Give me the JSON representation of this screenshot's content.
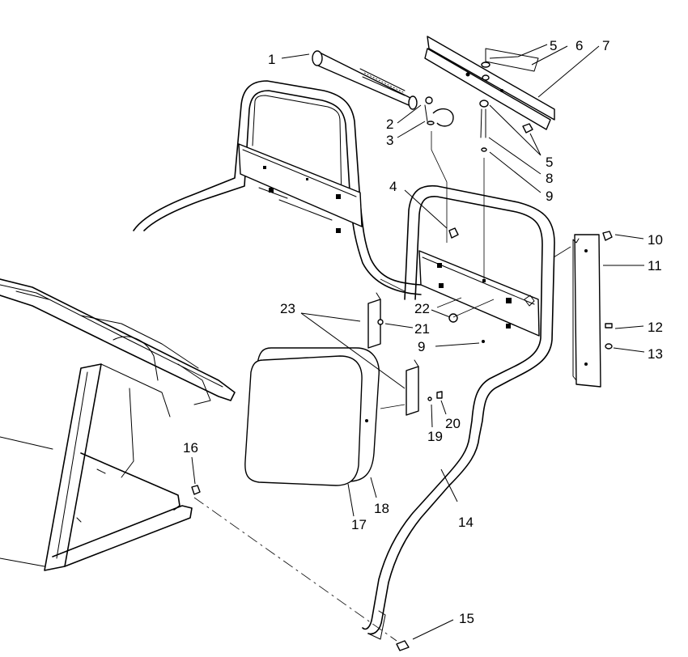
{
  "diagram": {
    "callouts": {
      "c1": "1",
      "c2": "2",
      "c3": "3",
      "c4": "4",
      "c5a": "5",
      "c5b": "5",
      "c6": "6",
      "c7": "7",
      "c8": "8",
      "c9a": "9",
      "c9b": "9",
      "c10": "10",
      "c11": "11",
      "c12": "12",
      "c13": "13",
      "c14": "14",
      "c15": "15",
      "c16": "16",
      "c17": "17",
      "c18": "18",
      "c19": "19",
      "c20": "20",
      "c21": "21",
      "c22": "22",
      "c23": "23"
    }
  }
}
